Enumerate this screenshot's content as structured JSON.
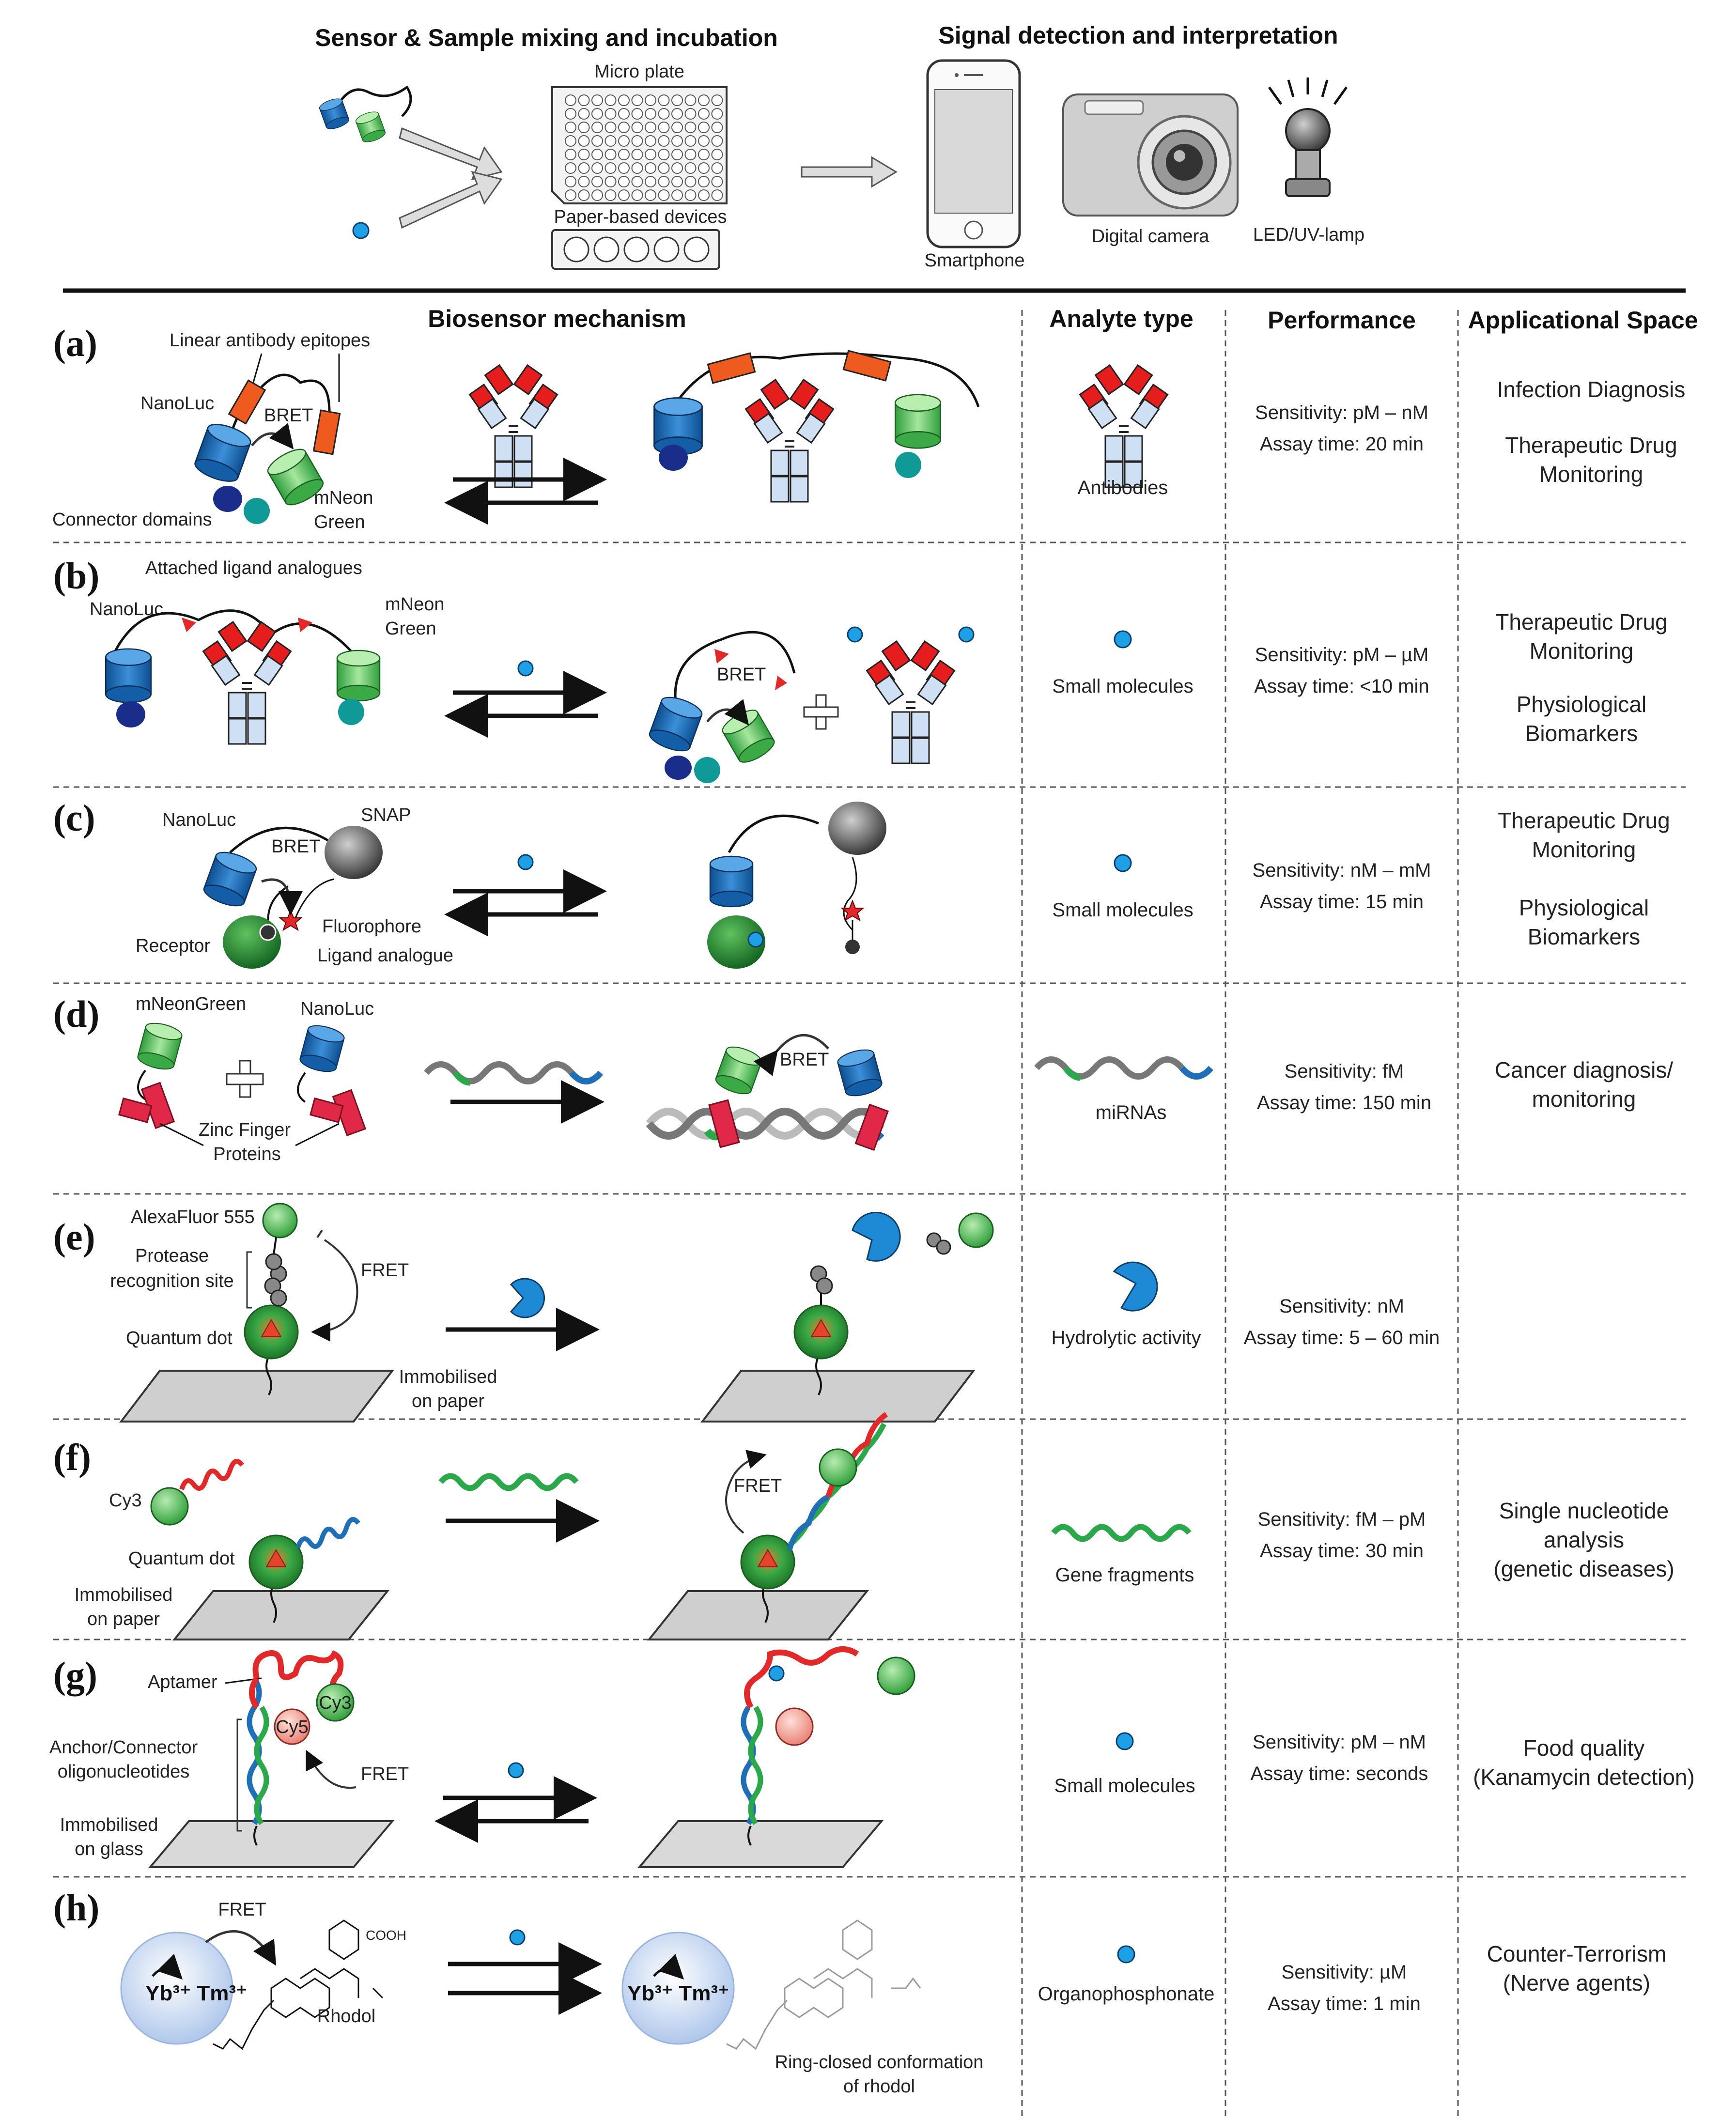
{
  "top": {
    "left_title": "Sensor & Sample mixing and incubation",
    "right_title": "Signal detection and interpretation",
    "micro_plate": "Micro plate",
    "paper_devices": "Paper-based devices",
    "devices": [
      "Smartphone",
      "Digital camera",
      "LED/UV-lamp"
    ]
  },
  "columns": {
    "mechanism": "Biosensor mechanism",
    "analyte": "Analyte type",
    "performance": "Performance",
    "application": "Applicational Space"
  },
  "rows": [
    {
      "tag": "(a)",
      "labels": [
        "Linear antibody epitopes",
        "NanoLuc",
        "BRET",
        "Connector domains",
        "mNeon",
        "Green"
      ],
      "analyte": "Antibodies",
      "sensitivity": "Sensitivity: pM – nM",
      "assay": "Assay time: 20 min",
      "application": [
        "Infection Diagnosis",
        "",
        "Therapeutic Drug",
        "Monitoring"
      ]
    },
    {
      "tag": "(b)",
      "labels": [
        "Attached ligand analogues",
        "NanoLuc",
        "mNeon",
        "Green",
        "BRET"
      ],
      "analyte": "Small molecules",
      "sensitivity": "Sensitivity: pM – µM",
      "assay": "Assay time: <10 min",
      "application": [
        "Therapeutic Drug",
        "Monitoring",
        "",
        "Physiological",
        "Biomarkers"
      ]
    },
    {
      "tag": "(c)",
      "labels": [
        "NanoLuc",
        "SNAP",
        "BRET",
        "Receptor",
        "Fluorophore",
        "Ligand analogue"
      ],
      "analyte": "Small molecules",
      "sensitivity": "Sensitivity: nM – mM",
      "assay": "Assay time: 15 min",
      "application": [
        "Therapeutic Drug",
        "Monitoring",
        "",
        "Physiological",
        "Biomarkers"
      ]
    },
    {
      "tag": "(d)",
      "labels": [
        "mNeonGreen",
        "NanoLuc",
        "Zinc Finger",
        "Proteins",
        "BRET"
      ],
      "analyte": "miRNAs",
      "sensitivity": "Sensitivity: fM",
      "assay": "Assay time: 150 min",
      "application": [
        "Cancer diagnosis/",
        "monitoring"
      ]
    },
    {
      "tag": "(e)",
      "labels": [
        "AlexaFluor 555",
        "Protease",
        "recognition site",
        "FRET",
        "Quantum dot",
        "Immobilised",
        "on paper"
      ],
      "analyte": "Hydrolytic activity",
      "sensitivity": "Sensitivity: nM",
      "assay": "Assay time: 5 – 60 min",
      "application": []
    },
    {
      "tag": "(f)",
      "labels": [
        "Cy3",
        "Quantum dot",
        "Immobilised",
        "on paper",
        "FRET"
      ],
      "analyte": "Gene fragments",
      "sensitivity": "Sensitivity: fM – pM",
      "assay": "Assay time: 30 min",
      "application": [
        "Single nucleotide",
        "analysis",
        "(genetic diseases)"
      ]
    },
    {
      "tag": "(g)",
      "labels": [
        "Aptamer",
        "Cy3",
        "Cy5",
        "Anchor/Connector",
        "oligonucleotides",
        "FRET",
        "Immobilised",
        "on glass"
      ],
      "analyte": "Small molecules",
      "sensitivity": "Sensitivity: pM – nM",
      "assay": "Assay time: seconds",
      "application": [
        "Food quality",
        "(Kanamycin detection)"
      ]
    },
    {
      "tag": "(h)",
      "labels": [
        "FRET",
        "COOH",
        "Rhodol",
        "Ring-closed conformation",
        "of rhodol"
      ],
      "analyte": "Organophosphonate",
      "sensitivity": "Sensitivity: µM",
      "assay": "Assay time: 1 min",
      "application": [
        "Counter-Terrorism",
        "(Nerve agents)"
      ]
    }
  ],
  "colors": {
    "nanoluc_blue": "#1f6fb8",
    "mneon_green": "#5cc45c",
    "epitope_red": "#e22828",
    "analyte_blue": "#1ea0e6",
    "gray": "#777777"
  }
}
